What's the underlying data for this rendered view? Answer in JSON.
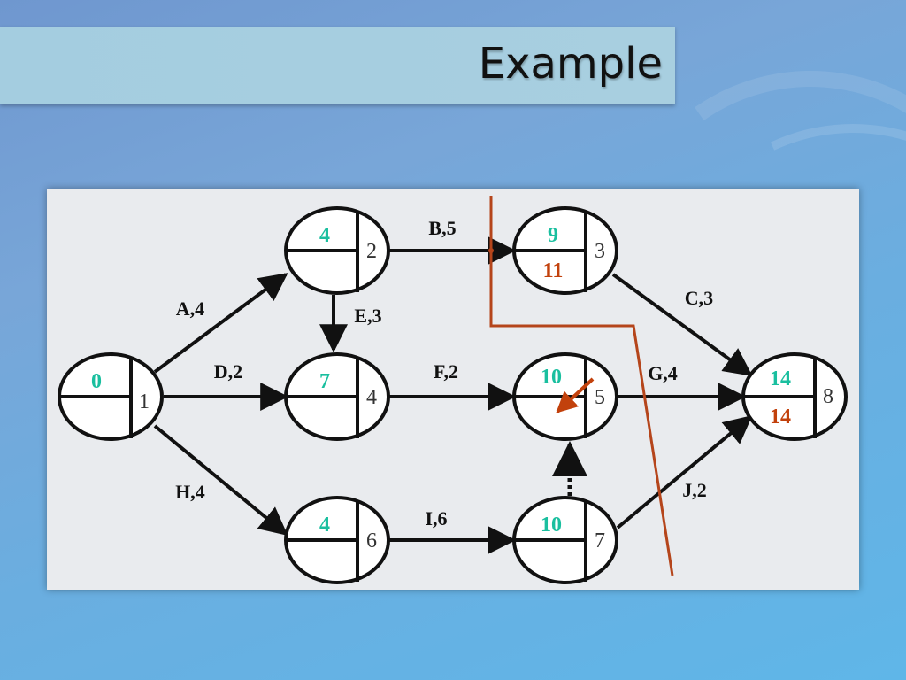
{
  "slide": {
    "title": "Example"
  },
  "colors": {
    "early": "#1abf9f",
    "late": "#c2410c",
    "arrow": "#111111",
    "cut": "#b5451b"
  },
  "nodes": [
    {
      "id": "1",
      "early": "0",
      "late": ""
    },
    {
      "id": "2",
      "early": "4",
      "late": ""
    },
    {
      "id": "3",
      "early": "9",
      "late": "11"
    },
    {
      "id": "4",
      "early": "7",
      "late": ""
    },
    {
      "id": "5",
      "early": "10",
      "late": ""
    },
    {
      "id": "6",
      "early": "4",
      "late": ""
    },
    {
      "id": "7",
      "early": "10",
      "late": ""
    },
    {
      "id": "8",
      "early": "14",
      "late": "14"
    }
  ],
  "activities": [
    {
      "from": "1",
      "to": "2",
      "label": "A,4"
    },
    {
      "from": "1",
      "to": "4",
      "label": "D,2"
    },
    {
      "from": "1",
      "to": "6",
      "label": "H,4"
    },
    {
      "from": "2",
      "to": "3",
      "label": "B,5"
    },
    {
      "from": "2",
      "to": "4",
      "label": "E,3"
    },
    {
      "from": "4",
      "to": "5",
      "label": "F,2"
    },
    {
      "from": "3",
      "to": "8",
      "label": "C,3"
    },
    {
      "from": "5",
      "to": "8",
      "label": "G,4"
    },
    {
      "from": "6",
      "to": "7",
      "label": "I,6"
    },
    {
      "from": "7",
      "to": "8",
      "label": "J,2"
    }
  ],
  "dummies": [
    {
      "from": "7",
      "to": "5",
      "label": ""
    }
  ]
}
